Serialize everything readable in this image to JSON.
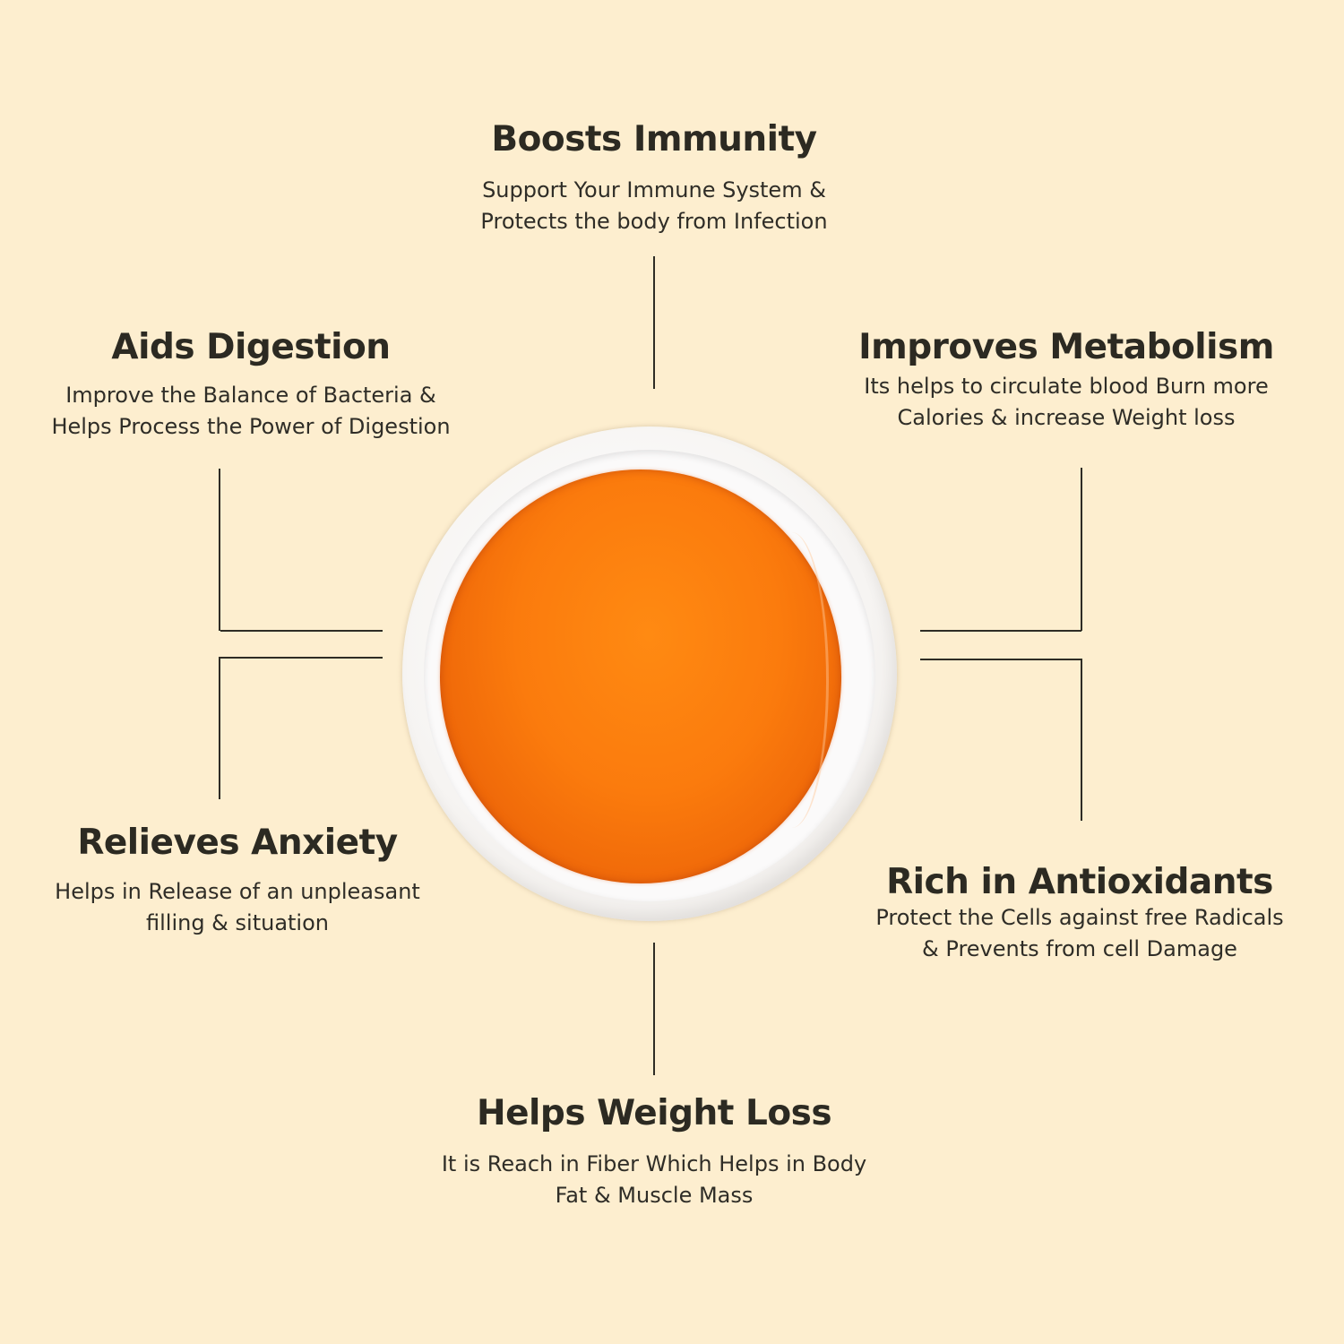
{
  "benefits": {
    "immunity": {
      "title": "Boosts Immunity",
      "lines": [
        "Support Your Immune System &",
        "Protects the body from Infection"
      ]
    },
    "digestion": {
      "title": "Aids Digestion",
      "lines": [
        "Improve the Balance of Bacteria &",
        "Helps Process the Power of Digestion"
      ]
    },
    "metabolism": {
      "title": "Improves Metabolism",
      "lines": [
        "Its helps to circulate blood Burn more",
        "Calories & increase Weight loss"
      ]
    },
    "anxiety": {
      "title": "Relieves Anxiety",
      "lines": [
        "Helps in Release of an unpleasant",
        "filling & situation"
      ]
    },
    "antioxidants": {
      "title": "Rich in Antioxidants",
      "lines": [
        "Protect the Cells against free Radicals",
        "& Prevents from cell Damage"
      ]
    },
    "weight_loss": {
      "title": "Helps Weight Loss",
      "lines": [
        "It is Reach in Fiber Which Helps in Body",
        "Fat & Muscle Mass"
      ]
    }
  },
  "colors": {
    "background": "#fdeecf",
    "text": "#2e2c25",
    "tea": "#fb7b0d",
    "cup": "#f6f4f2"
  }
}
